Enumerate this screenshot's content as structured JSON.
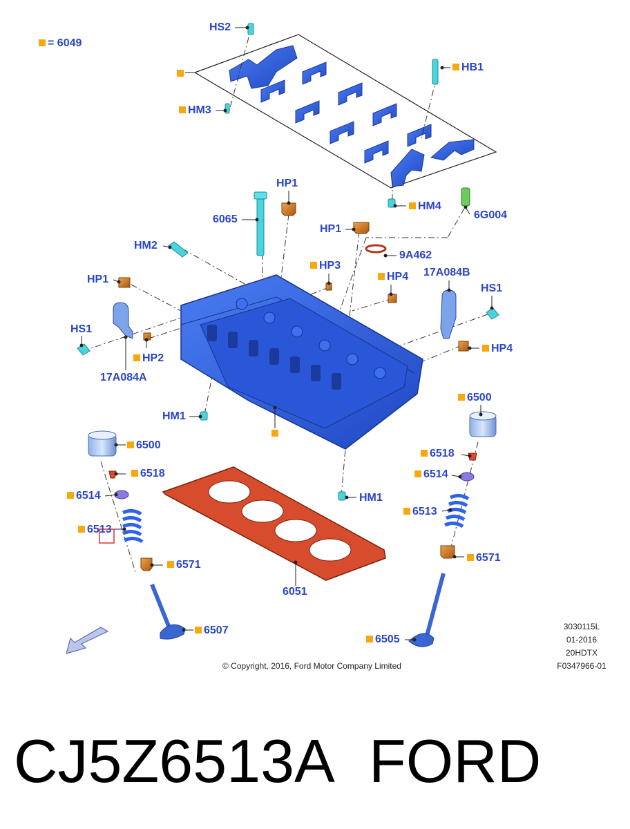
{
  "legend": {
    "text": "= 6049",
    "square_color": "#f7a80f"
  },
  "colors": {
    "label_blue": "#2b45c8",
    "part_blue": "#2f63e8",
    "part_dark": "#1d3ea8",
    "gasket": "#d84c2e",
    "orange": "#c8741e",
    "cyan": "#4ad4de",
    "tag_square": "#f7a80f"
  },
  "labels": {
    "hs2": "HS2",
    "hb1": "HB1",
    "hm3": "HM3",
    "hm4": "HM4",
    "hp1_top": "HP1",
    "hp1_mid": "HP1",
    "hp1_left": "HP1",
    "p6065": "6065",
    "p6g004": "6G004",
    "hm2": "HM2",
    "p9a462": "9A462",
    "hp3": "HP3",
    "hp4_top": "HP4",
    "p17a084b": "17A084B",
    "hs1_right": "HS1",
    "hs1_left": "HS1",
    "hp2": "HP2",
    "p17a084a": "17A084A",
    "hp4_right": "HP4",
    "hm1_left": "HM1",
    "hm1_bottom": "HM1",
    "p6500_left": "6500",
    "p6518_left": "6518",
    "p6514_left": "6514",
    "p6513_left": "6513",
    "p6571_left": "6571",
    "p6507": "6507",
    "p6051": "6051",
    "p6500_right": "6500",
    "p6518_right": "6518",
    "p6514_right": "6514",
    "p6513_right": "6513",
    "p6571_right": "6571",
    "p6505": "6505"
  },
  "meta": {
    "code": "3030115L",
    "date": "01-2016",
    "engine": "20HDTX",
    "figure": "F0347966-01"
  },
  "copyright": "© Copyright, 2016, Ford Motor Company Limited",
  "part_number": "CJ5Z6513A",
  "brand": "FORD",
  "icons": {
    "direction": "arrow-icon",
    "highlight": "highlight-box-icon"
  }
}
